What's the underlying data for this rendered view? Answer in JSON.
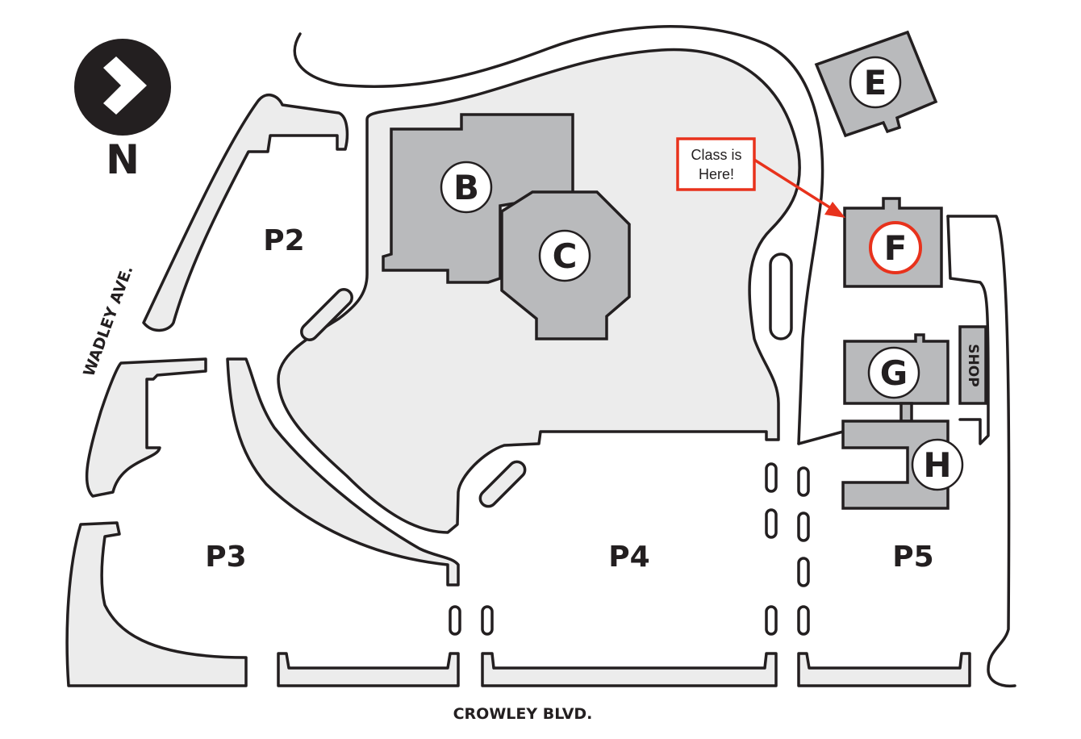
{
  "north_arrow": {
    "label": "N",
    "icon": "north-arrow-chevron-icon"
  },
  "streets": {
    "west": "WADLEY AVE.",
    "south": "CROWLEY BLVD."
  },
  "parking_lots": [
    "P2",
    "P3",
    "P4",
    "P5"
  ],
  "buildings": {
    "B": "B",
    "C": "C",
    "E": "E",
    "F": "F",
    "G": "G",
    "H": "H",
    "shop": "SHOP"
  },
  "callout": {
    "line1": "Class is",
    "line2": "Here!",
    "target": "F",
    "color": "#e8321c"
  },
  "colors": {
    "building": "#b9babc",
    "grounds": "#ececec",
    "outline": "#231f20",
    "highlight": "#e8321c"
  }
}
